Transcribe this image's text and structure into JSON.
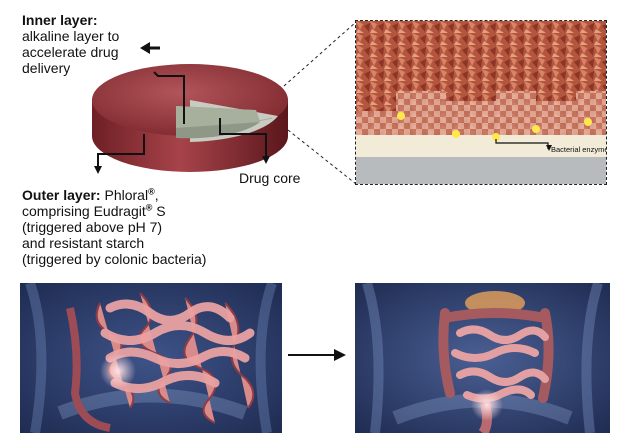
{
  "inner_layer": {
    "title": "Inner layer:",
    "line1": "alkaline layer to",
    "line2": "accelerate drug",
    "line3": "delivery"
  },
  "drug_core": "Drug core",
  "outer_layer": {
    "title": "Outer layer:",
    "lead": " Phloral",
    "reg": "®",
    "line2a": "comprising Eudragit",
    "line2b": " S",
    "line3": "(triggered above pH 7)",
    "line4": "and resistant starch",
    "line5": "(triggered by colonic bacteria)"
  },
  "inset_label": "Bacterial enzymes",
  "colors": {
    "tablet_red": "#8e2f34",
    "tablet_dark": "#5e1a1f",
    "core_green": "#8f9886",
    "intestine_pink": "#d98a8a",
    "body_blue": "#2d3f6e"
  }
}
